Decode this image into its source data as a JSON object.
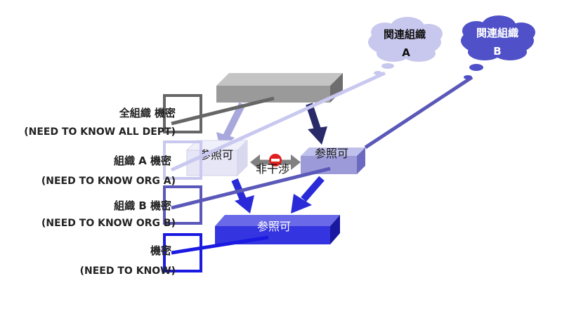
{
  "clouds": {
    "a": {
      "name": "関連組織",
      "letter": "A"
    },
    "b": {
      "name": "関連組織",
      "letter": "B"
    }
  },
  "levels": [
    {
      "jp": "全組織 機密",
      "en": "(NEED TO KNOW  ALL DEPT)"
    },
    {
      "jp": "組織 A 機密",
      "en": "(NEED TO KNOW  ORG A)"
    },
    {
      "jp": "組織 B 機密",
      "en": "(NEED TO KNOW  ORG B)"
    },
    {
      "jp": "機密",
      "en": "(NEED TO KNOW)"
    }
  ],
  "boxes": {
    "org_a": "参照可",
    "org_b": "参照可",
    "bottom": "参照可"
  },
  "non_interference": "非干渉",
  "colors": {
    "top_block": "#9a9a9a",
    "level1": "#666666",
    "level2": "#c8c8f0",
    "level3": "#5a58b8",
    "level4": "#1a1ae0",
    "cloud_a": "#c8c8ee",
    "cloud_b": "#5050c8",
    "no_entry": "#e02020"
  }
}
